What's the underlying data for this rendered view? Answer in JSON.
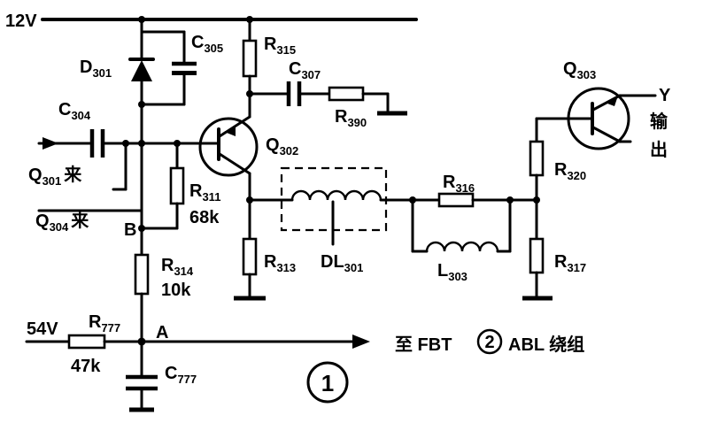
{
  "supply": {
    "rail_12v": "12V",
    "rail_54v": "54V"
  },
  "components": {
    "d301": {
      "main": "D",
      "sub": "301"
    },
    "c305": {
      "main": "C",
      "sub": "305"
    },
    "r315": {
      "main": "R",
      "sub": "315"
    },
    "c307": {
      "main": "C",
      "sub": "307"
    },
    "r390": {
      "main": "R",
      "sub": "390"
    },
    "c304": {
      "main": "C",
      "sub": "304"
    },
    "q302": {
      "main": "Q",
      "sub": "302"
    },
    "q303": {
      "main": "Q",
      "sub": "303"
    },
    "r311": {
      "main": "R",
      "sub": "311",
      "value": "68k"
    },
    "r316": {
      "main": "R",
      "sub": "316"
    },
    "r320": {
      "main": "R",
      "sub": "320"
    },
    "r313": {
      "main": "R",
      "sub": "313"
    },
    "dl301": {
      "main": "DL",
      "sub": "301"
    },
    "l303": {
      "main": "L",
      "sub": "303"
    },
    "r317": {
      "main": "R",
      "sub": "317"
    },
    "r314": {
      "main": "R",
      "sub": "314",
      "value": "10k"
    },
    "r777": {
      "main": "R",
      "sub": "777",
      "value": "47k"
    },
    "c777": {
      "main": "C",
      "sub": "777"
    }
  },
  "inputs": {
    "from_q301": {
      "main": "Q",
      "sub": "301",
      "suffix": "来"
    },
    "from_q304": {
      "main": "Q",
      "sub": "304",
      "suffix": "来"
    }
  },
  "nodes": {
    "b": "B",
    "a": "A"
  },
  "output": {
    "signal": "Y",
    "label_line1": "输",
    "label_line2": "出"
  },
  "to_fbt": {
    "prefix": "至 FBT",
    "circled": "2",
    "suffix": "ABL 绕组"
  },
  "figure_number": "1",
  "icons": [
    "arrow-icon",
    "transistor-icon",
    "diode-icon",
    "ground-icon"
  ]
}
